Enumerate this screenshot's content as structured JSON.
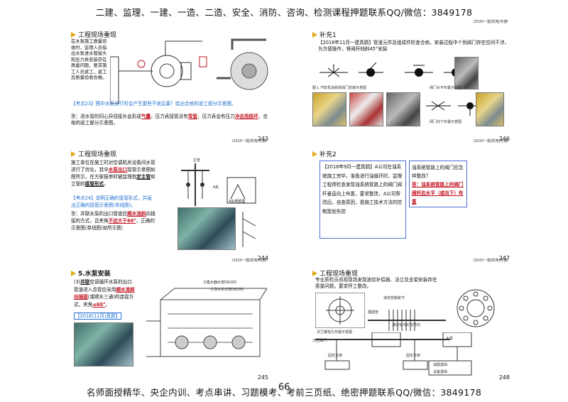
{
  "banner_top": "二建、监理、一建、一造、二造、安全、消防、咨询、检测课程押题联系QQ/微信：3849178",
  "banner_bottom": "名师面授精华、央企内训、考点串讲、习题模考、考前三页纸、绝密押题联系QQ/微信：3849178",
  "page_center": "66",
  "header_tag": "/2020一建/机电/杰德/",
  "slides": [
    {
      "title": "工程现场重现",
      "page": "243",
      "text1": "在水泵施工质量验收时，监理人员指出水泵进水管接头和压力表安装存在质量问题，要求施工人员返工，返工后质量验收合格。",
      "q": "【考点23】图中水泵运行时会产生那些不良后果？绘出合格的返工部分示意图。",
      "ans_a": "答：进水管的同心异径接头会形成",
      "ans_red": "气囊",
      "ans_b": "，压力表接管没有",
      "ans_bend": "弯管",
      "ans_c": "，压力表会有压力",
      "ans_impact": "冲击而损坏",
      "ans_d": "，合格的返工部分示意图。"
    },
    {
      "title": "补充1",
      "page": "246",
      "text": "【2018年11月一建真题】管道元件及组成件检查合格，安装过程中个别阀门存在空间干涉，为方便操作，将阀杆倾斜45°安装",
      "cap1": "图 L  汽轮机油系统阀门安装示意图",
      "cap2": "阀门水平布置示意图",
      "cap3": "阀门向下布置示意图"
    },
    {
      "title": "工程现场重现",
      "page": "244",
      "text1a": "施工单位在施工时对空调机房设备间水管进行了优化，其中",
      "text1b": "水泵出口",
      "text1c": "接管示意图如图所示，在方案报审时被监理指",
      "text1d": "定主管",
      "text1e": "和立管的",
      "text1f": "接管形式",
      "text1g": "。",
      "q": "【考点24】说明正确的接管形式，并画出正确的接管示意图(单线图)。",
      "ans_a": "答：并联水泵的出口管道应",
      "ans_red": "顺水流斜",
      "ans_b": "向插接的方式，且夹角",
      "ans_red2": "不应大于60°",
      "ans_c": "，正确的示意图(单线图)如所示图：",
      "lbl_main": "主管",
      "lbl_a": "A处",
      "lbl_detail": "A处细部图"
    },
    {
      "title": "补充2",
      "page": "247",
      "left": "【2018年9月一建真题】A公司在油系统施工完毕，准备进行油循环时，监理工程师检查发现油系统管路上的阀门阀杆垂直向上布置，要求整改，A公司帮改后，自查原因，是施工技术方法的控制策划失控",
      "right_q": "油系统管路上的阀门应怎样整改？",
      "right_a": "答：油系统管路上的阀门阀杆应水平（或向下）布置"
    },
    {
      "title": "5.水泵安装",
      "page": "245",
      "text_a": "(3)",
      "text_b": "并联",
      "text_c": "空调循环水泵的出口管道进入总管应采用",
      "text_d": "顺水流斜向插接",
      "text_e": "(或顺水三通)的连接方式，夹角",
      "text_f": "≤60°",
      "text_g": "。",
      "tag": "【2018(11月)真题】",
      "lbl1": "分集水器水管DN200",
      "lbl2": "冷冻水供水管DN150"
    },
    {
      "title": "工程现场重现",
      "page": "248",
      "text": "专业质检员巡视现场发现波纹补偿器、法兰及支架安装存在质量问题，要求怀工整改。",
      "lbl_a": "法兰螺栓孔布置示意图",
      "lbl_b": "波纹管膨胀节",
      "lbl_c": "波纹管内衬管导向",
      "lbl_d": "水泵",
      "lbl_e": "分区阀门",
      "lbl_f": "固定支架",
      "lbl_g": "固定支架",
      "lbl_h": "减震基础",
      "lbl_i": "设备基础",
      "lbl_j": "缠圆管"
    }
  ]
}
